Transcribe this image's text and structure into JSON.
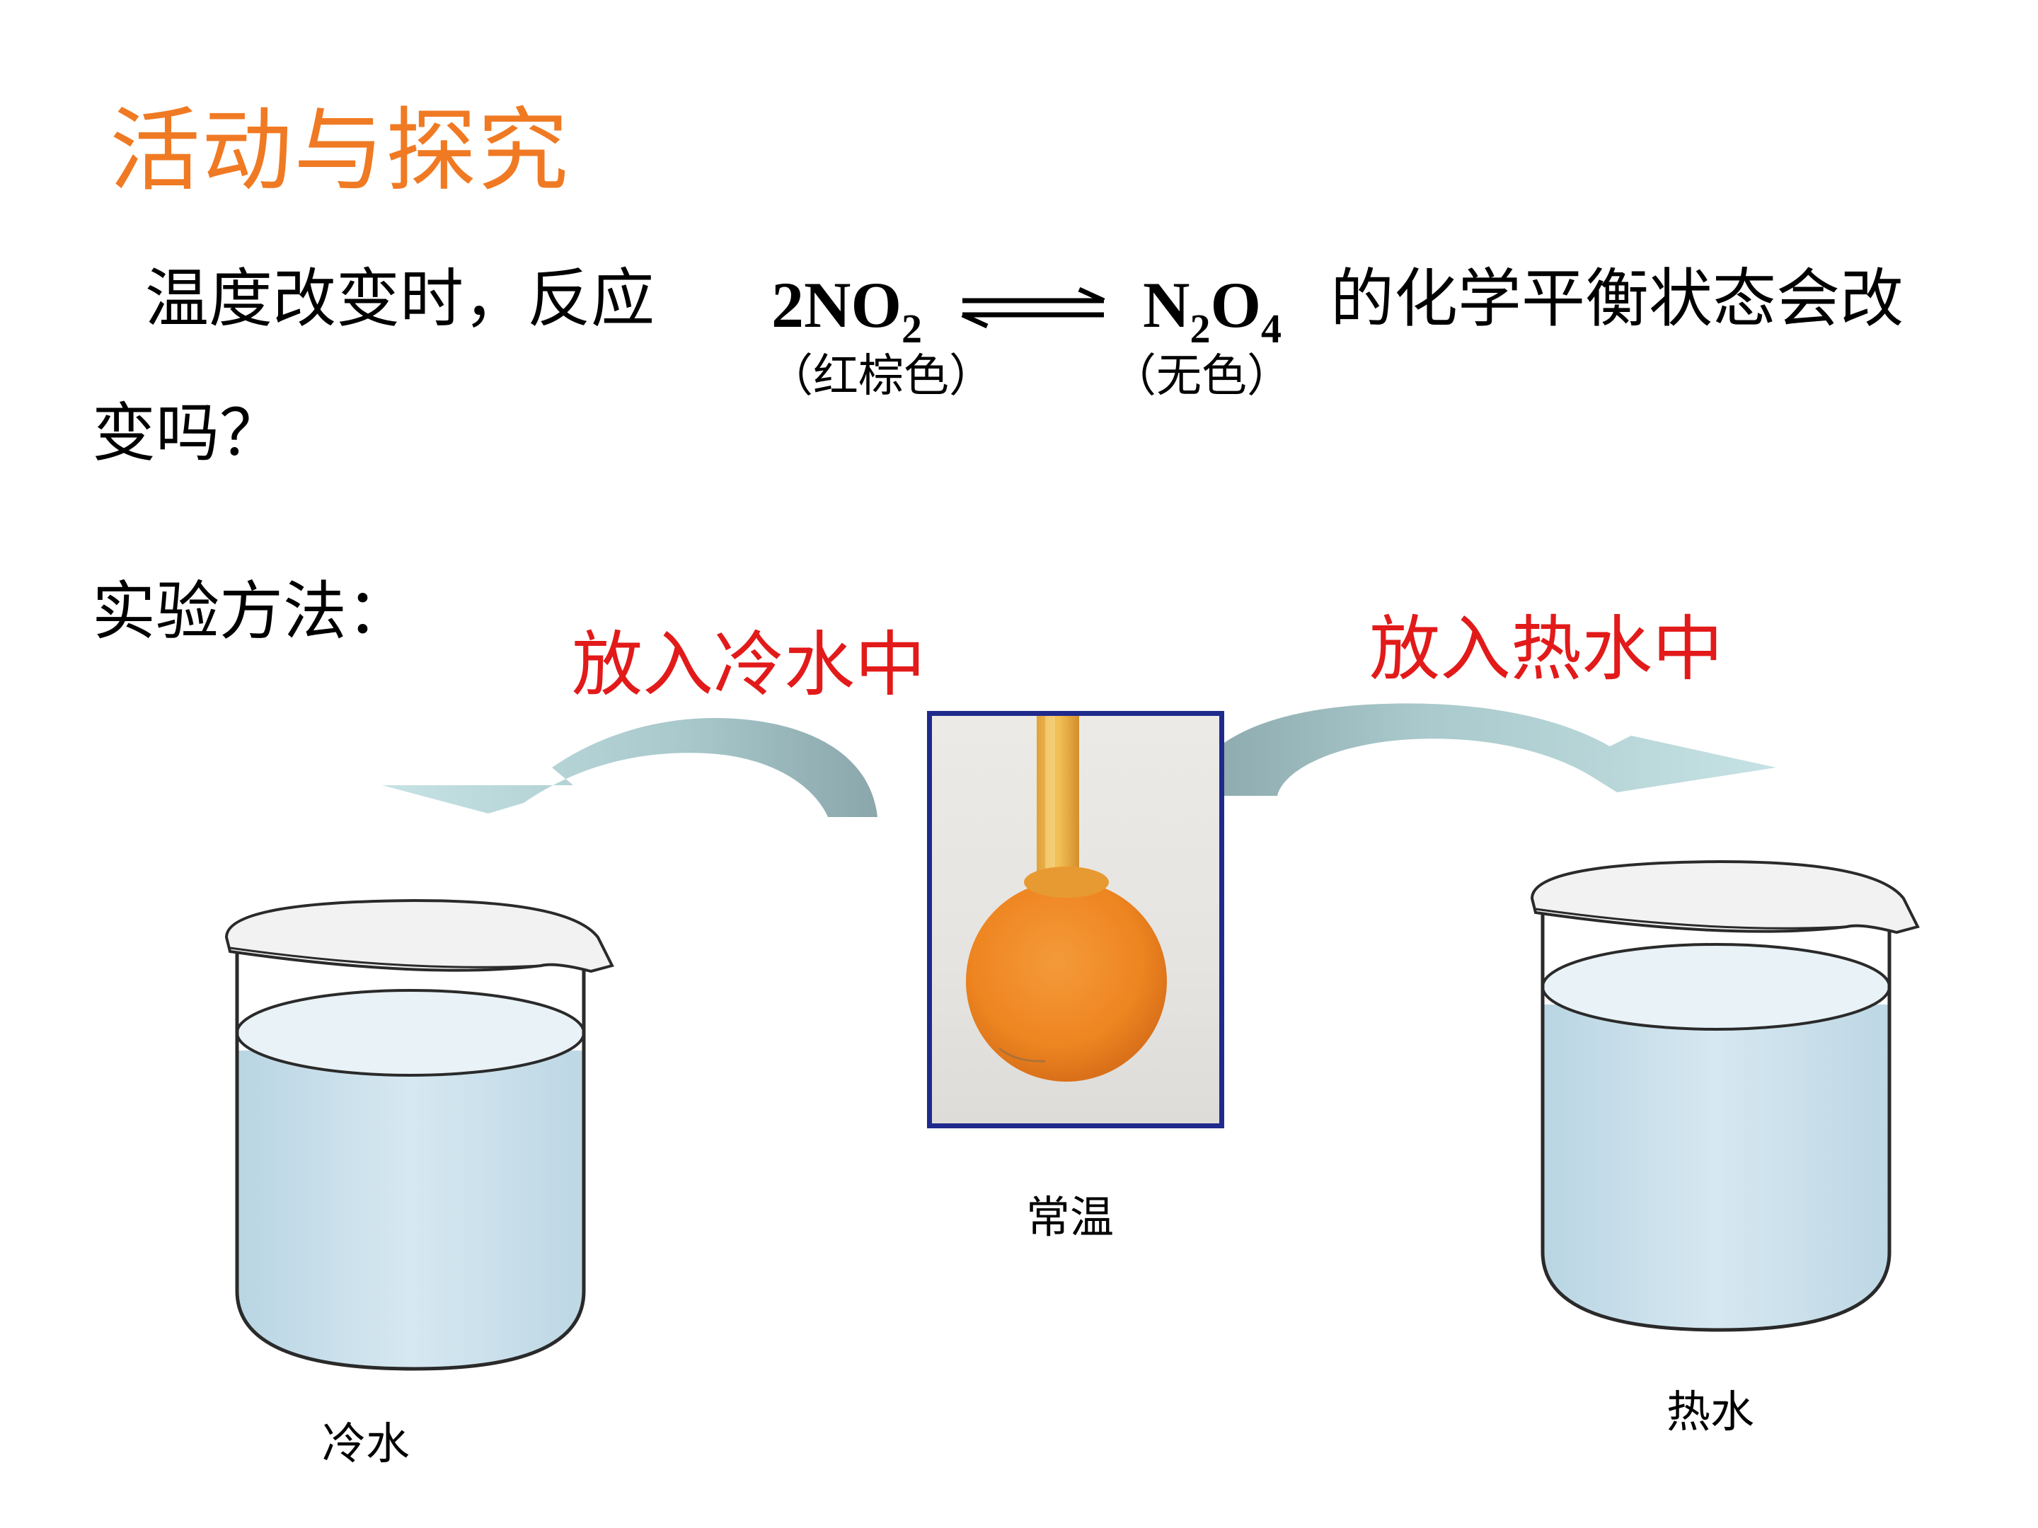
{
  "title": "活动与探究",
  "question": {
    "part1": "温度改变时，反应",
    "reactant": "2NO",
    "reactant_sub": "2",
    "product_a": "N",
    "product_a_sub": "2",
    "product_b": "O",
    "product_b_sub": "4",
    "part2": "的化学平衡状态会改",
    "part3": "变吗？",
    "reactant_color_note": "（红棕色）",
    "product_color_note": "（无色）"
  },
  "method_label": "实验方法：",
  "arrow_left_label": "放入冷水中",
  "arrow_right_label": "放入热水中",
  "flask_caption": "常温",
  "cold_beaker_caption": "冷水",
  "hot_beaker_caption": "热水",
  "colors": {
    "title": "#f07a23",
    "red_label": "#e21a1a",
    "flask_frame": "#1f2a8c",
    "flask_fill": "#f08a1e",
    "water": "#cfe3ee",
    "arrow": "#9fbfc4"
  }
}
